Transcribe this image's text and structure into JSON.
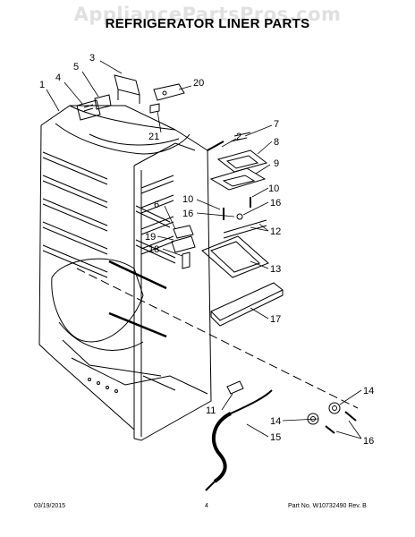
{
  "watermark": "AppliancePartsPros.com",
  "title": "REFRIGERATOR LINER PARTS",
  "callouts": [
    "1",
    "2",
    "3",
    "4",
    "5",
    "6",
    "7",
    "8",
    "9",
    "10",
    "10",
    "11",
    "12",
    "13",
    "14",
    "14",
    "15",
    "16",
    "16",
    "16",
    "17",
    "18",
    "19",
    "20",
    "21"
  ],
  "footer": {
    "date": "03/19/2015",
    "page": "4",
    "part": "Part No. W10732490  Rev. B"
  }
}
